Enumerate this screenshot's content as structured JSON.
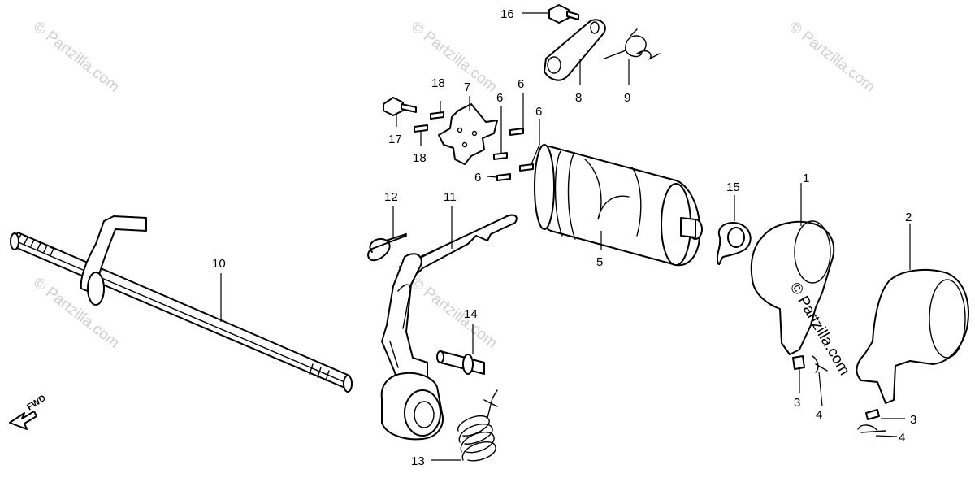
{
  "diagram": {
    "direction_label": "FWD",
    "watermark_text": "© Partzilla.com",
    "callouts": [
      "1",
      "2",
      "3",
      "3",
      "4",
      "4",
      "5",
      "6",
      "6",
      "6",
      "6",
      "7",
      "8",
      "9",
      "10",
      "11",
      "12",
      "13",
      "14",
      "15",
      "16",
      "17",
      "18",
      "18"
    ],
    "colors": {
      "line": "#000000",
      "background": "#ffffff",
      "watermark": "#cfcfcf"
    }
  }
}
